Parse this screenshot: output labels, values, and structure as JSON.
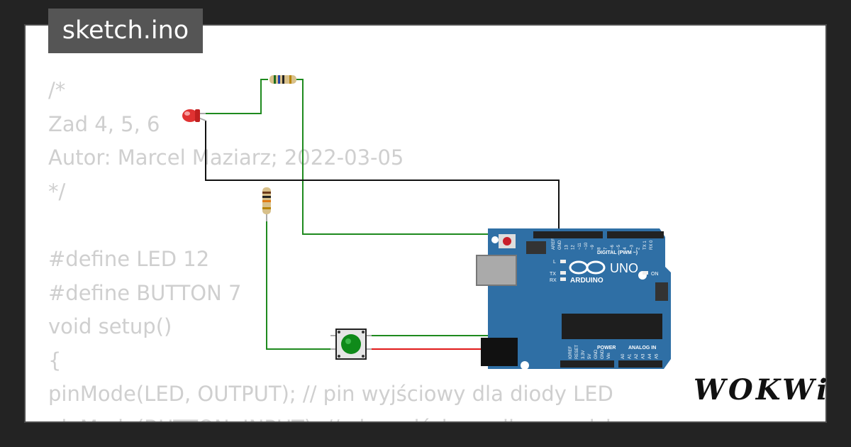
{
  "tab": {
    "title": "sketch.ino"
  },
  "code_lines": [
    "/*",
    "Zad 4, 5, 6",
    "Autor: Marcel Maziarz; 2022-03-05",
    "*/",
    "",
    "#define LED 12",
    "#define BUTTON 7",
    "void setup()",
    "{",
    "pinMode(LED, OUTPUT); // pin wyjściowy dla diody LED",
    "pinMode(BUTTON, INPUT); // pin wejściowy dla przycisku"
  ],
  "board": {
    "name": "UNO",
    "brand": "ARDUINO",
    "digital_label": "DIGITAL (PWM ~)",
    "power_label": "POWER",
    "analog_label": "ANALOG IN",
    "on_label": "ON",
    "l_label": "L",
    "tx_label": "TX",
    "rx_label": "RX",
    "top_pins": [
      "AREF",
      "GND",
      "13",
      "12",
      "~11",
      "~10",
      "~9",
      "8",
      "7",
      "~6",
      "~5",
      "4",
      "~3",
      "2",
      "TX 1",
      "RX 0"
    ],
    "power_pins": [
      "IOREF",
      "RESET",
      "3.3V",
      "5V",
      "GND",
      "GND",
      "Vin"
    ],
    "analog_pins": [
      "A0",
      "A1",
      "A2",
      "A3",
      "A4",
      "A5"
    ]
  },
  "logo": {
    "text": "WOKWi"
  },
  "colors": {
    "background": "#232323",
    "card": "#ffffff",
    "code_text": "#cfcfcf",
    "tab_bg": "#555555",
    "board_blue": "#2f6fa5",
    "wire_green": "#1e8a1e",
    "wire_red": "#e01919",
    "wire_black": "#111111",
    "led_red": "#e03232",
    "button_green": "#0f8a1a"
  }
}
